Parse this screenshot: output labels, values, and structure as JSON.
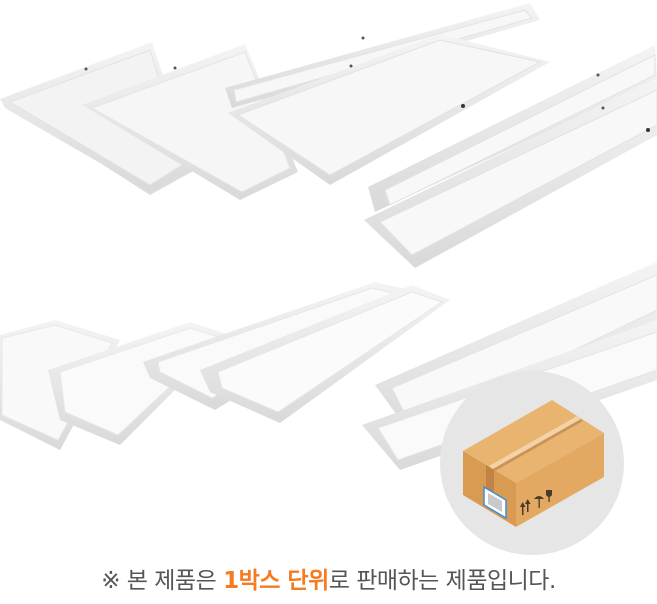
{
  "caption": {
    "prefix": "※ 본 제품은 ",
    "highlight": "1박스 단위",
    "suffix": "로 판매하는 제품입니다."
  },
  "colors": {
    "highlight": "#f47b20",
    "text": "#555555",
    "badge_bg": "#e6e6e6",
    "box_top": "#e8b470",
    "box_front": "#d99a52",
    "box_side": "#e3a962"
  },
  "images": {
    "products": "LED flat panel lights (square, rectangular and slim bar types)",
    "badge": "cardboard shipping box icon"
  }
}
